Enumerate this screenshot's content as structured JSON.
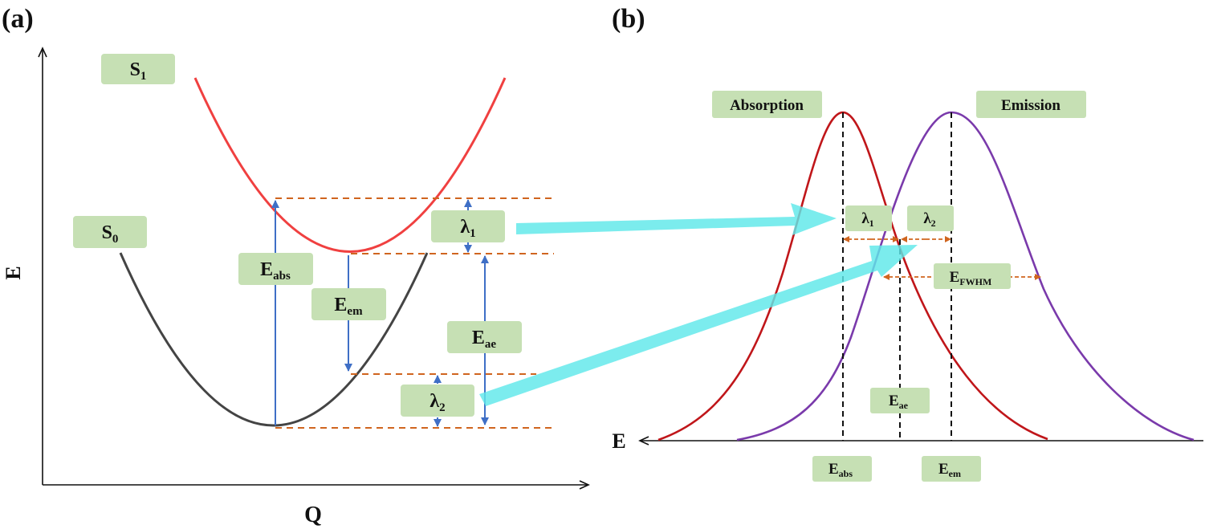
{
  "panel_a": {
    "tag": "(a)",
    "y_axis": "E",
    "x_axis": "Q",
    "s1": {
      "base": "S",
      "sub": "1"
    },
    "s0": {
      "base": "S",
      "sub": "0"
    },
    "e_abs": {
      "base": "E",
      "sub": "abs"
    },
    "e_em": {
      "base": "E",
      "sub": "em"
    },
    "e_ae": {
      "base": "E",
      "sub": "ae"
    },
    "lambda1": {
      "base": "λ",
      "sub": "1"
    },
    "lambda2": {
      "base": "λ",
      "sub": "2"
    }
  },
  "panel_b": {
    "tag": "(b)",
    "axis": "E",
    "absorption": "Absorption",
    "emission": "Emission",
    "lambda1": {
      "base": "λ",
      "sub": "1"
    },
    "lambda2": {
      "base": "λ",
      "sub": "2"
    },
    "e_fwhm": {
      "base": "E",
      "sub": "FWHM"
    },
    "e_ae": {
      "base": "E",
      "sub": "ae"
    },
    "e_abs": {
      "base": "E",
      "sub": "abs"
    },
    "e_em": {
      "base": "E",
      "sub": "em"
    }
  },
  "colors": {
    "s1_curve": "#f04040",
    "s0_curve": "#444444",
    "absorption_curve": "#c0161a",
    "emission_curve": "#7a3aab",
    "arrow_blue": "#3f6fc6",
    "dash_orange": "#d0651f",
    "label_bg": "#c6e0b4",
    "cyan_arrow": "#5fe8ea"
  }
}
